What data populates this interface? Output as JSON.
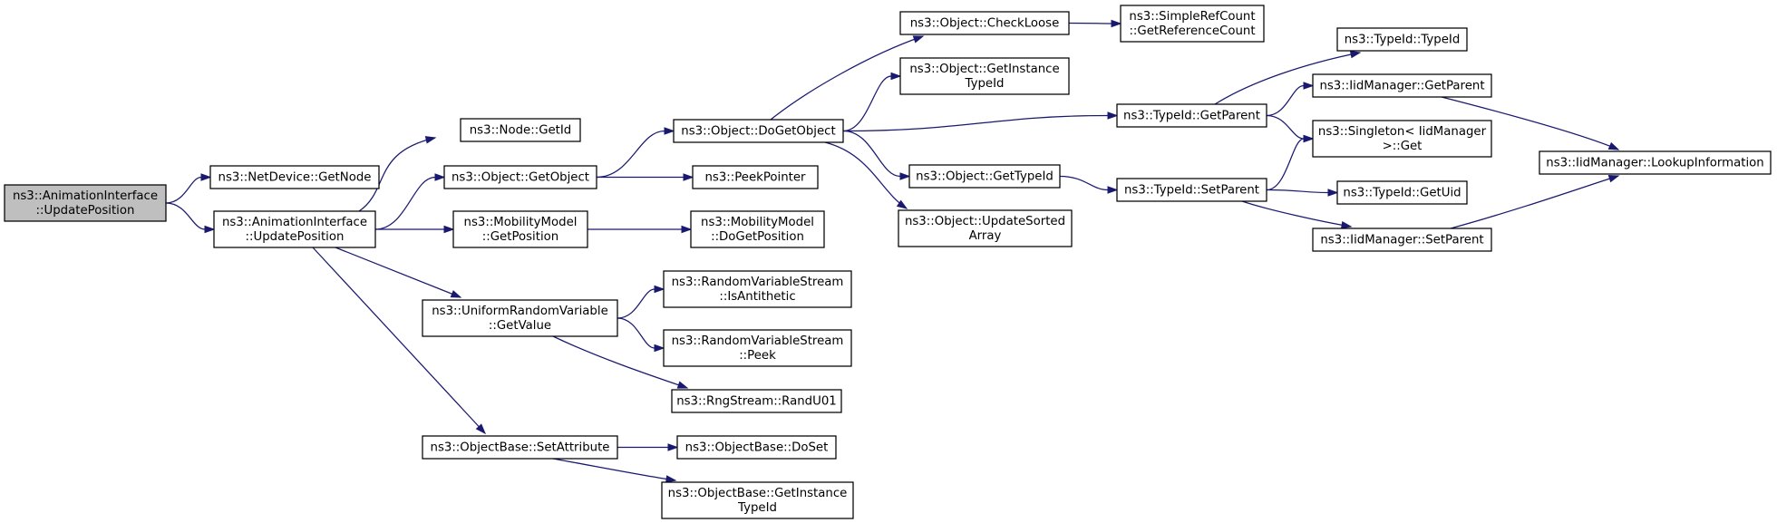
{
  "nodes": [
    {
      "id": "n_root",
      "lines": [
        "ns3::AnimationInterface",
        "::UpdatePosition"
      ],
      "highlight": true
    },
    {
      "id": "n_netdev_getnode",
      "lines": [
        "ns3::NetDevice::GetNode"
      ]
    },
    {
      "id": "n_anim_updpos",
      "lines": [
        "ns3::AnimationInterface",
        "::UpdatePosition"
      ]
    },
    {
      "id": "n_node_getid",
      "lines": [
        "ns3::Node::GetId"
      ]
    },
    {
      "id": "n_obj_getobject",
      "lines": [
        "ns3::Object::GetObject"
      ]
    },
    {
      "id": "n_mob_getpos",
      "lines": [
        "ns3::MobilityModel",
        "::GetPosition"
      ]
    },
    {
      "id": "n_unif_getvalue",
      "lines": [
        "ns3::UniformRandomVariable",
        "::GetValue"
      ]
    },
    {
      "id": "n_objbase_setattr",
      "lines": [
        "ns3::ObjectBase::SetAttribute"
      ]
    },
    {
      "id": "n_obj_dogetobject",
      "lines": [
        "ns3::Object::DoGetObject"
      ]
    },
    {
      "id": "n_peekpointer",
      "lines": [
        "ns3::PeekPointer"
      ]
    },
    {
      "id": "n_mob_dogetpos",
      "lines": [
        "ns3::MobilityModel",
        "::DoGetPosition"
      ]
    },
    {
      "id": "n_rvs_isanti",
      "lines": [
        "ns3::RandomVariableStream",
        "::IsAntithetic"
      ]
    },
    {
      "id": "n_rvs_peek",
      "lines": [
        "ns3::RandomVariableStream",
        "::Peek"
      ]
    },
    {
      "id": "n_rng_randu01",
      "lines": [
        "ns3::RngStream::RandU01"
      ]
    },
    {
      "id": "n_objbase_doset",
      "lines": [
        "ns3::ObjectBase::DoSet"
      ]
    },
    {
      "id": "n_objbase_getinsttid",
      "lines": [
        "ns3::ObjectBase::GetInstance",
        "TypeId"
      ]
    },
    {
      "id": "n_obj_checkloose",
      "lines": [
        "ns3::Object::CheckLoose"
      ]
    },
    {
      "id": "n_obj_getinsttid",
      "lines": [
        "ns3::Object::GetInstance",
        "TypeId"
      ]
    },
    {
      "id": "n_obj_gettypeid",
      "lines": [
        "ns3::Object::GetTypeId"
      ]
    },
    {
      "id": "n_obj_updsorted",
      "lines": [
        "ns3::Object::UpdateSorted",
        "Array"
      ]
    },
    {
      "id": "n_src_getrefcount",
      "lines": [
        "ns3::SimpleRefCount",
        "::GetReferenceCount"
      ]
    },
    {
      "id": "n_tid_getparent",
      "lines": [
        "ns3::TypeId::GetParent"
      ]
    },
    {
      "id": "n_tid_setparent",
      "lines": [
        "ns3::TypeId::SetParent"
      ]
    },
    {
      "id": "n_tid_typeid",
      "lines": [
        "ns3::TypeId::TypeId"
      ]
    },
    {
      "id": "n_iid_getparent",
      "lines": [
        "ns3::IidManager::GetParent"
      ]
    },
    {
      "id": "n_singleton_get",
      "lines": [
        "ns3::Singleton< IidManager",
        " >::Get"
      ]
    },
    {
      "id": "n_tid_getuid",
      "lines": [
        "ns3::TypeId::GetUid"
      ]
    },
    {
      "id": "n_iid_setparent",
      "lines": [
        "ns3::IidManager::SetParent"
      ]
    },
    {
      "id": "n_iid_lookupinfo",
      "lines": [
        "ns3::IidManager::LookupInformation"
      ]
    }
  ],
  "edges": [
    {
      "from": "n_root",
      "to": "n_netdev_getnode"
    },
    {
      "from": "n_root",
      "to": "n_anim_updpos"
    },
    {
      "from": "n_anim_updpos",
      "to": "n_node_getid"
    },
    {
      "from": "n_anim_updpos",
      "to": "n_obj_getobject"
    },
    {
      "from": "n_anim_updpos",
      "to": "n_mob_getpos"
    },
    {
      "from": "n_anim_updpos",
      "to": "n_unif_getvalue"
    },
    {
      "from": "n_anim_updpos",
      "to": "n_objbase_setattr"
    },
    {
      "from": "n_obj_getobject",
      "to": "n_obj_dogetobject"
    },
    {
      "from": "n_obj_getobject",
      "to": "n_peekpointer"
    },
    {
      "from": "n_mob_getpos",
      "to": "n_mob_dogetpos"
    },
    {
      "from": "n_unif_getvalue",
      "to": "n_rvs_isanti"
    },
    {
      "from": "n_unif_getvalue",
      "to": "n_rvs_peek"
    },
    {
      "from": "n_unif_getvalue",
      "to": "n_rng_randu01"
    },
    {
      "from": "n_objbase_setattr",
      "to": "n_objbase_doset"
    },
    {
      "from": "n_objbase_setattr",
      "to": "n_objbase_getinsttid"
    },
    {
      "from": "n_obj_dogetobject",
      "to": "n_obj_checkloose"
    },
    {
      "from": "n_obj_dogetobject",
      "to": "n_obj_getinsttid"
    },
    {
      "from": "n_obj_dogetobject",
      "to": "n_tid_getparent"
    },
    {
      "from": "n_obj_dogetobject",
      "to": "n_obj_gettypeid"
    },
    {
      "from": "n_obj_dogetobject",
      "to": "n_obj_updsorted"
    },
    {
      "from": "n_obj_checkloose",
      "to": "n_src_getrefcount"
    },
    {
      "from": "n_obj_gettypeid",
      "to": "n_tid_setparent"
    },
    {
      "from": "n_tid_getparent",
      "to": "n_tid_typeid"
    },
    {
      "from": "n_tid_getparent",
      "to": "n_iid_getparent"
    },
    {
      "from": "n_tid_getparent",
      "to": "n_singleton_get"
    },
    {
      "from": "n_tid_setparent",
      "to": "n_singleton_get"
    },
    {
      "from": "n_tid_setparent",
      "to": "n_tid_getuid"
    },
    {
      "from": "n_tid_setparent",
      "to": "n_iid_setparent"
    },
    {
      "from": "n_iid_getparent",
      "to": "n_iid_lookupinfo"
    },
    {
      "from": "n_iid_setparent",
      "to": "n_iid_lookupinfo"
    }
  ],
  "colors": {
    "edge": "#191970",
    "node_border": "#000000",
    "node_fill": "#ffffff",
    "root_fill": "#bfbfbf"
  }
}
